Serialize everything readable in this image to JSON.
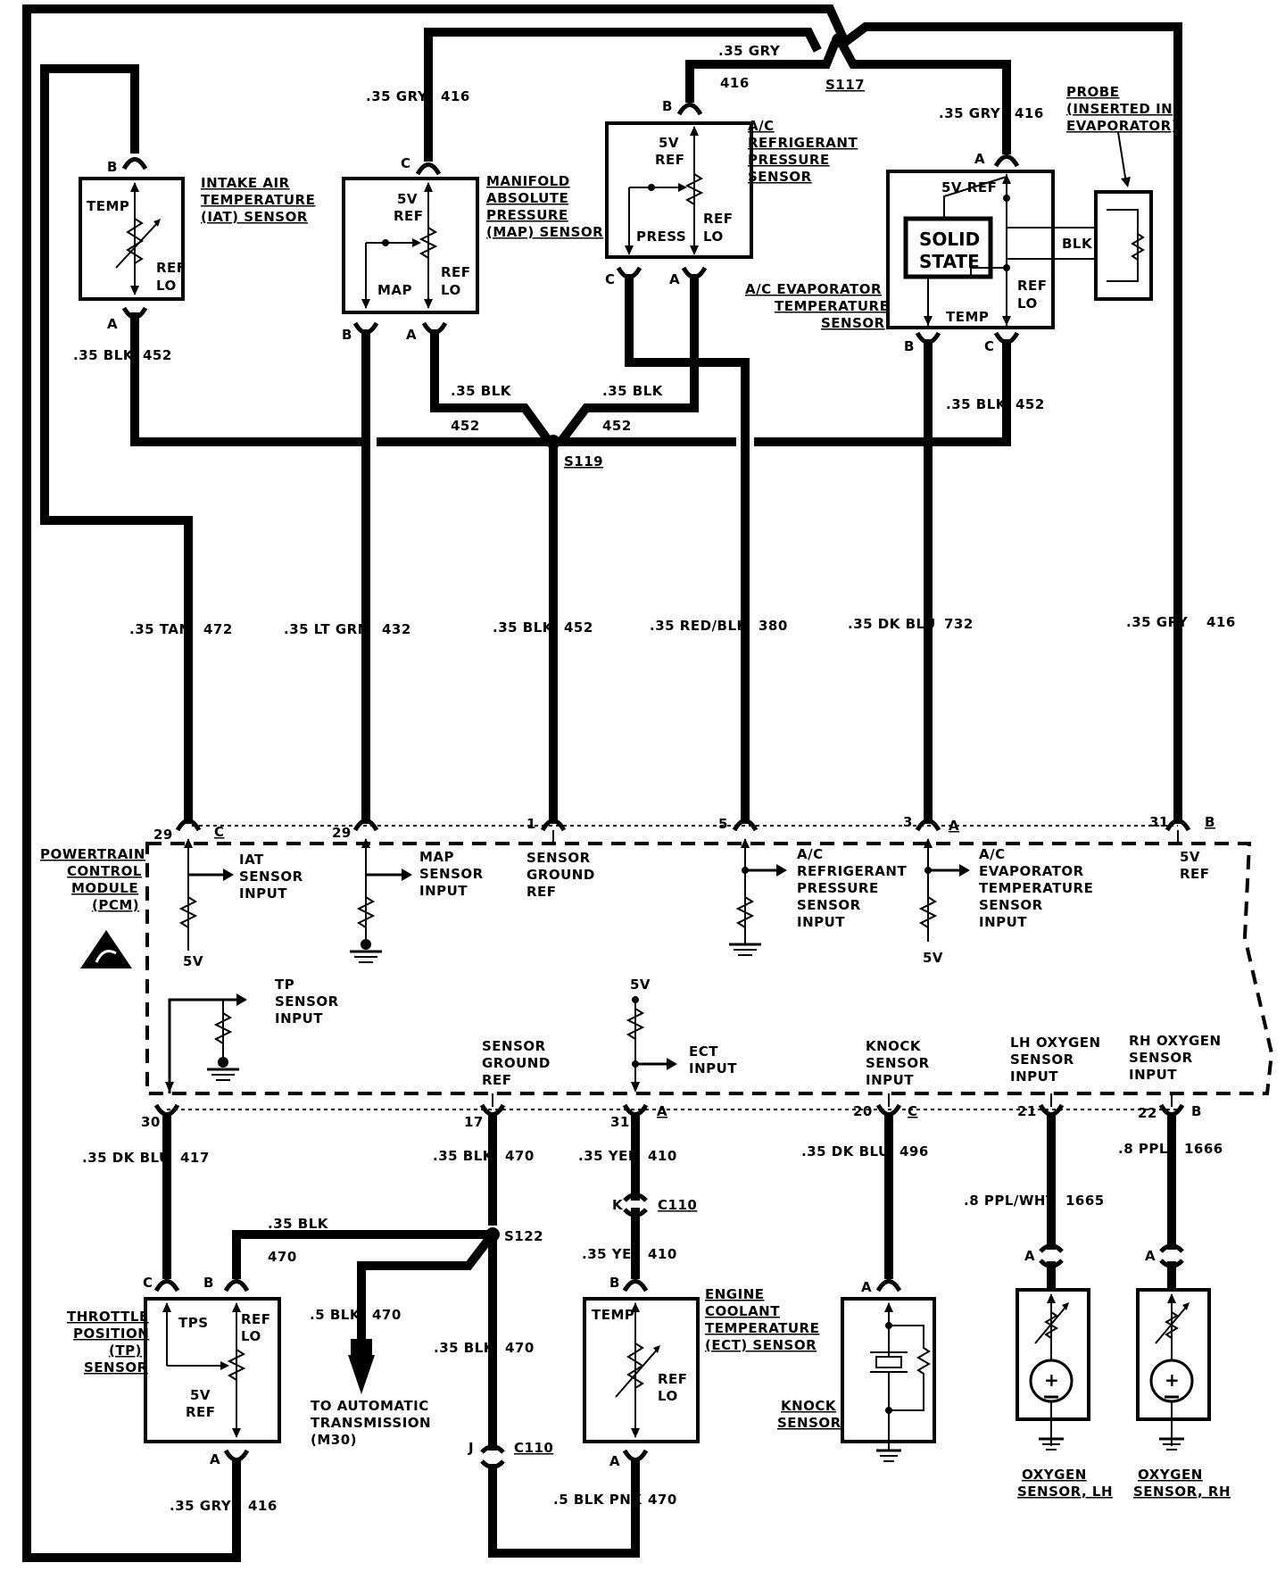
{
  "diagram": {
    "splices": {
      "s117": "S117",
      "s119": "S119",
      "s122": "S122"
    },
    "connectors": {
      "c110_k": "K",
      "c110": "C110",
      "c110_j": "J",
      "c110_lower": "C110"
    },
    "top_wires": {
      "gry_416_top": ".35 GRY",
      "gry_416_top_num": "416",
      "map_gry": ".35 GRY",
      "map_gry_num": "416",
      "ac_gry_num": "416",
      "evap_gry": ".35 GRY",
      "evap_gry_num": "416",
      "iat_blk": ".35 BLK",
      "iat_blk_num": "452",
      "map_blk": ".35 BLK",
      "map_blk_num": "452",
      "ac_blk": ".35 BLK",
      "ac_blk_num": "452",
      "evap_blk": ".35 BLK",
      "evap_blk_num": "452"
    },
    "middle_wires": [
      {
        "color": ".35 TAN",
        "circuit": "472"
      },
      {
        "color": ".35 LT GRN",
        "circuit": "432"
      },
      {
        "color": ".35 BLK",
        "circuit": "452"
      },
      {
        "color": ".35 RED/BLK",
        "circuit": "380"
      },
      {
        "color": ".35 DK BLU",
        "circuit": "732"
      },
      {
        "color": ".35 GRY",
        "circuit": "416"
      }
    ],
    "sensors": {
      "iat": {
        "title": [
          "INTAKE AIR",
          "TEMPERATURE",
          "(IAT) SENSOR"
        ],
        "temp": "TEMP",
        "ref": "REF",
        "lo": "LO",
        "pin_top": "B",
        "pin_bot": "A"
      },
      "map": {
        "title": [
          "MANIFOLD",
          "ABSOLUTE",
          "PRESSURE",
          "(MAP) SENSOR"
        ],
        "fivev": "5V",
        "ref_top": "REF",
        "map": "MAP",
        "ref": "REF",
        "lo": "LO",
        "pin_top": "C",
        "pin_b": "B",
        "pin_a": "A"
      },
      "ac_press": {
        "title": [
          "A/C",
          "REFRIGERANT",
          "PRESSURE",
          "SENSOR"
        ],
        "fivev": "5V",
        "ref_top": "REF",
        "press": "PRESS",
        "ref": "REF",
        "lo": "LO",
        "pin_top": "B",
        "pin_c": "C",
        "pin_a": "A"
      },
      "ac_evap": {
        "title": [
          "A/C EVAPORATOR",
          "TEMPERATURE",
          "SENSOR"
        ],
        "fivev_ref": "5V REF",
        "solid": "SOLID",
        "state": "STATE",
        "blk": "BLK",
        "ref": "REF",
        "lo": "LO",
        "temp": "TEMP",
        "pin_top": "A",
        "pin_b": "B",
        "pin_c": "C"
      },
      "probe": {
        "title": [
          "PROBE",
          "(INSERTED IN",
          "EVAPORATOR)"
        ]
      },
      "tp": {
        "title": [
          "THROTTLE",
          "POSITION",
          "(TP)",
          "SENSOR"
        ],
        "tps": "TPS",
        "ref": "REF",
        "lo": "LO",
        "fivev": "5V",
        "ref2": "REF",
        "pin_c": "C",
        "pin_b": "B",
        "pin_a": "A"
      },
      "ect": {
        "title": [
          "ENGINE",
          "COOLANT",
          "TEMPERATURE",
          "(ECT) SENSOR"
        ],
        "temp": "TEMP",
        "ref": "REF",
        "lo": "LO",
        "pin_top": "B",
        "pin_bot": "A"
      },
      "knock": {
        "title": [
          "KNOCK",
          "SENSOR"
        ],
        "pin": "A"
      },
      "o2_lh": {
        "title": [
          "OXYGEN",
          "SENSOR, LH"
        ],
        "pin": "A"
      },
      "o2_rh": {
        "title": [
          "OXYGEN",
          "SENSOR, RH"
        ],
        "pin": "A"
      }
    },
    "pcm": {
      "title": [
        "POWERTRAIN",
        "CONTROL",
        "MODULE",
        "(PCM)"
      ],
      "top_pins": [
        {
          "num": "29",
          "letter": "C"
        },
        {
          "num": "29",
          "letter": ""
        },
        {
          "num": "1",
          "letter": ""
        },
        {
          "num": "5",
          "letter": ""
        },
        {
          "num": "3",
          "letter": "A"
        },
        {
          "num": "31",
          "letter": "B"
        }
      ],
      "inputs": {
        "iat": [
          "IAT",
          "SENSOR",
          "INPUT"
        ],
        "map": [
          "MAP",
          "SENSOR",
          "INPUT"
        ],
        "gnd": [
          "SENSOR",
          "GROUND",
          "REF"
        ],
        "acp": [
          "A/C",
          "REFRIGERANT",
          "PRESSURE",
          "SENSOR",
          "INPUT"
        ],
        "ace": [
          "A/C",
          "EVAPORATOR",
          "TEMPERATURE",
          "SENSOR",
          "INPUT"
        ],
        "ref5": [
          "5V",
          "REF"
        ],
        "tp": [
          "TP",
          "SENSOR",
          "INPUT"
        ],
        "gnd2": [
          "SENSOR",
          "GROUND",
          "REF"
        ],
        "ect": [
          "ECT",
          "INPUT"
        ],
        "knock": [
          "KNOCK",
          "SENSOR",
          "INPUT"
        ],
        "lho2": [
          "LH OXYGEN",
          "SENSOR",
          "INPUT"
        ],
        "rho2": [
          "RH OXYGEN",
          "SENSOR",
          "INPUT"
        ]
      },
      "fivev_a": "5V",
      "fivev_b": "5V",
      "fivev_c": "5V",
      "bottom_pins": [
        {
          "num": "30",
          "letter": ""
        },
        {
          "num": "17",
          "letter": ""
        },
        {
          "num": "31",
          "letter": "A"
        },
        {
          "num": "20",
          "letter": "C"
        },
        {
          "num": "21",
          "letter": ""
        },
        {
          "num": "22",
          "letter": "B"
        }
      ]
    },
    "bottom_wires": {
      "tp_dkblu": ".35 DK BLU",
      "tp_dkblu_num": "417",
      "gnd_blk": ".35 BLK",
      "gnd_blk_num": "470",
      "ect_yel": ".35 YEL",
      "ect_yel_num": "410",
      "ect_yel2": ".35 YEL",
      "ect_yel2_num": "410",
      "knock_dkblu": ".35 DK BLU",
      "knock_dkblu_num": "496",
      "lh_ppl": ".8 PPL/WHT",
      "lh_ppl_num": "1665",
      "rh_ppl": ".8 PPL",
      "rh_ppl_num": "1666",
      "tp_blk": ".35 BLK",
      "tp_blk_num": "470",
      "trans_blk": ".5 BLK",
      "trans_blk_num": "470",
      "gnd_blk2": ".35 BLK",
      "gnd_blk2_num": "470",
      "pnk": ".5 BLK PNK",
      "pnk_num": "470",
      "tp_gry": ".35 GRY",
      "tp_gry_num": "416"
    },
    "trans": [
      "TO AUTOMATIC",
      "TRANSMISSION",
      "(M30)"
    ]
  }
}
